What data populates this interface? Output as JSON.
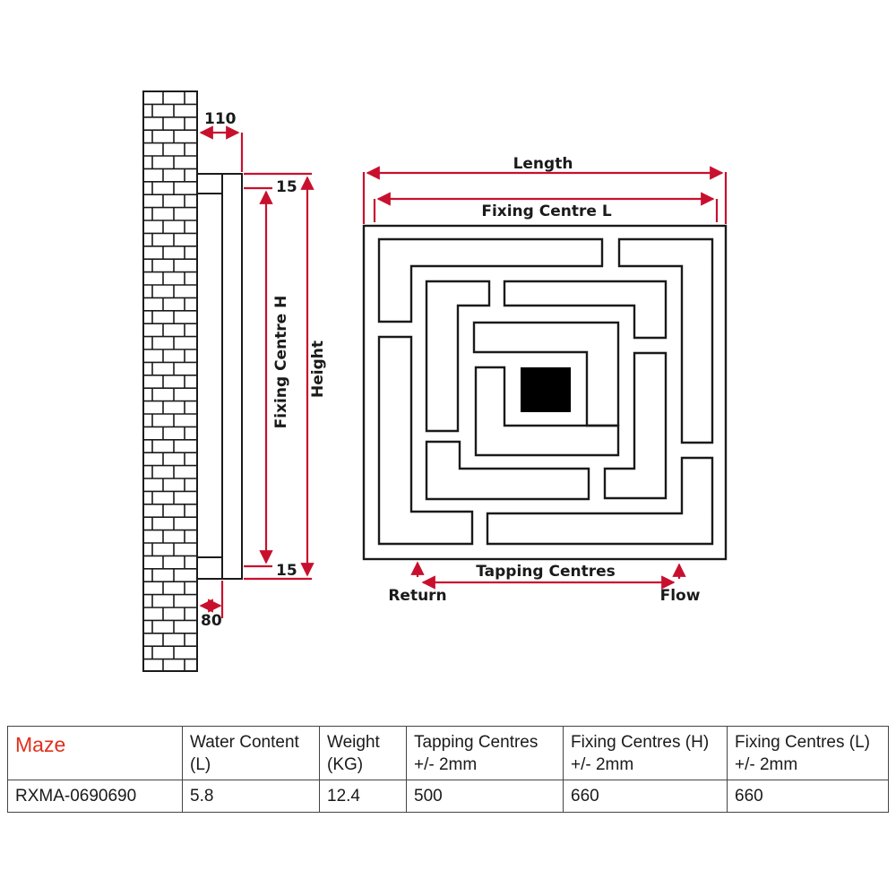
{
  "dimensions": {
    "wall_gap": "110",
    "bracket_depth": "80",
    "top_offset": "15",
    "bottom_offset": "15",
    "fixing_centre_h": "Fixing Centre H",
    "height": "Height",
    "length": "Length",
    "fixing_centre_l": "Fixing Centre L",
    "tapping_centres": "Tapping Centres",
    "return": "Return",
    "flow": "Flow"
  },
  "colors": {
    "accent": "#c8102e",
    "model_name": "#e0301e",
    "line": "#1a1a1a"
  },
  "table": {
    "model_name": "Maze",
    "headers": [
      {
        "line1": "Water Content",
        "line2": "(L)"
      },
      {
        "line1": "Weight",
        "line2": "(KG)"
      },
      {
        "line1": "Tapping Centres",
        "line2": "+/- 2mm"
      },
      {
        "line1": "Fixing Centres (H)",
        "line2": "+/- 2mm"
      },
      {
        "line1": "Fixing Centres (L)",
        "line2": "+/- 2mm"
      }
    ],
    "row": {
      "code": "RXMA-0690690",
      "water_content": "5.8",
      "weight": "12.4",
      "tapping_centres": "500",
      "fixing_centres_h": "660",
      "fixing_centres_l": "660"
    }
  }
}
